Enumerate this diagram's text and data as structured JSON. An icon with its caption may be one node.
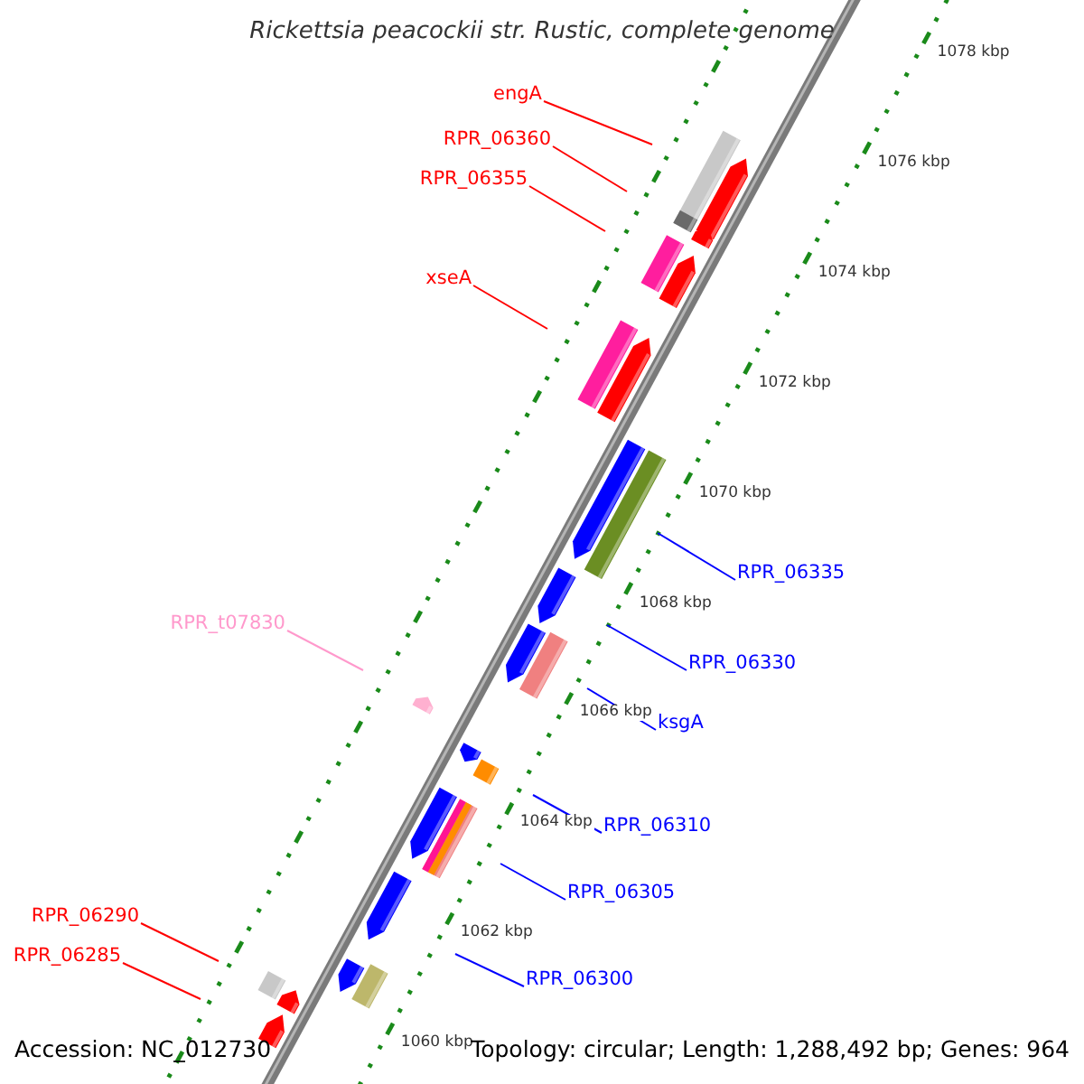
{
  "diagram": {
    "title": "Rickettsia peacockii str. Rustic, complete genome",
    "nodes": [
      {
        "text": [
          "engA"
        ]
      },
      {
        "text": [
          "RPR_06360"
        ]
      },
      {
        "text": [
          "RPR_06355"
        ]
      },
      {
        "text": [
          "xseA"
        ]
      },
      {
        "text": [
          "RPR_t07830"
        ]
      },
      {
        "text": [
          "RPR_06335"
        ]
      },
      {
        "text": [
          "RPR_06330"
        ]
      },
      {
        "text": [
          "ksgA"
        ]
      },
      {
        "text": [
          "RPR_06310"
        ]
      },
      {
        "text": [
          "RPR_06305"
        ]
      },
      {
        "text": [
          "RPR_06300"
        ]
      },
      {
        "text": [
          "RPR_06290"
        ]
      },
      {
        "text": [
          "RPR_06285"
        ]
      }
    ],
    "edges": [
      {
        "from": 0,
        "to": null,
        "arrow": "none",
        "color": "#ff0000"
      },
      {
        "from": 1,
        "to": null,
        "arrow": "none",
        "color": "#ff0000"
      },
      {
        "from": 2,
        "to": null,
        "arrow": "none",
        "color": "#ff0000"
      },
      {
        "from": 3,
        "to": null,
        "arrow": "none",
        "color": "#ff0000"
      },
      {
        "from": 4,
        "to": null,
        "arrow": "none",
        "color": "#ff99cc"
      },
      {
        "from": 5,
        "to": null,
        "arrow": "none",
        "color": "#0000ff"
      },
      {
        "from": 6,
        "to": null,
        "arrow": "none",
        "color": "#0000ff"
      },
      {
        "from": 7,
        "to": null,
        "arrow": "none",
        "color": "#0000ff"
      },
      {
        "from": 8,
        "to": null,
        "arrow": "none",
        "color": "#0000ff"
      },
      {
        "from": 9,
        "to": null,
        "arrow": "none",
        "color": "#0000ff"
      },
      {
        "from": 10,
        "to": null,
        "arrow": "none",
        "color": "#0000ff"
      },
      {
        "from": 11,
        "to": null,
        "arrow": "none",
        "color": "#ff0000"
      },
      {
        "from": 12,
        "to": null,
        "arrow": "none",
        "color": "#ff0000"
      }
    ],
    "labels": [
      "1078 kbp",
      "1076 kbp",
      "1074 kbp",
      "1072 kbp",
      "1070 kbp",
      "1068 kbp",
      "1066 kbp",
      "1064 kbp",
      "1062 kbp",
      "1060 kbp",
      "Accession: NC_012730",
      "Topology: circular; Length: 1,288,492 bp; Genes: 964"
    ]
  }
}
